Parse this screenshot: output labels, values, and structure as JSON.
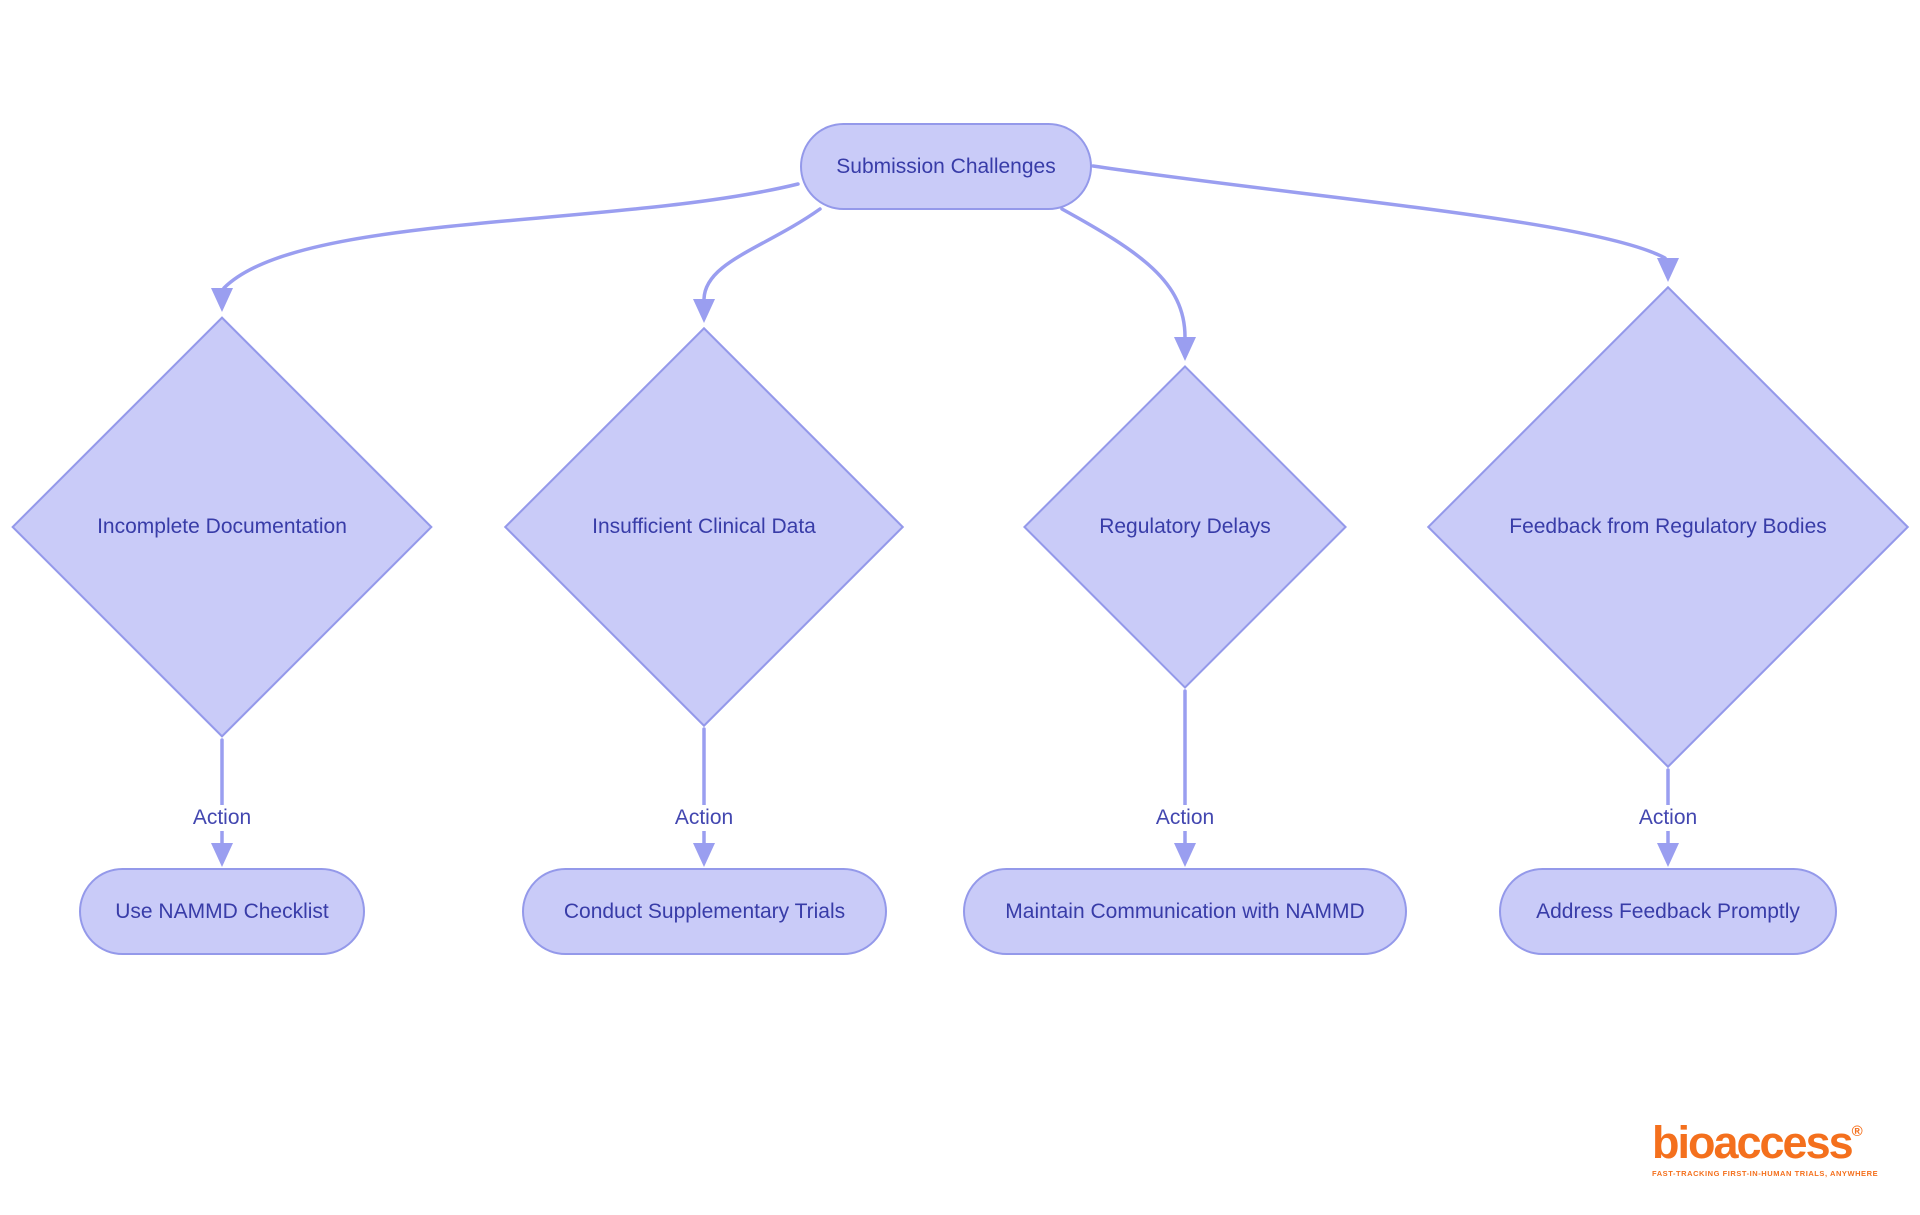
{
  "diagram": {
    "root": {
      "label": "Submission Challenges"
    },
    "branches": [
      {
        "condition": "Incomplete Documentation",
        "edge_label": "Action",
        "action": "Use NAMMD Checklist"
      },
      {
        "condition": "Insufficient Clinical Data",
        "edge_label": "Action",
        "action": "Conduct Supplementary Trials"
      },
      {
        "condition": "Regulatory Delays",
        "edge_label": "Action",
        "action": "Maintain Communication with NAMMD"
      },
      {
        "condition": "Feedback from Regulatory Bodies",
        "edge_label": "Action",
        "action": "Address Feedback Promptly"
      }
    ],
    "colors": {
      "node_fill": "#c9cbf8",
      "node_border": "#9499ea",
      "edge": "#9a9ef0",
      "text": "#383ca8",
      "background": "#ffffff"
    }
  },
  "logo": {
    "brand": "bioaccess",
    "registered_mark": "®",
    "tagline": "FAST-TRACKING FIRST-IN-HUMAN TRIALS, ANYWHERE",
    "color": "#f4701d"
  }
}
